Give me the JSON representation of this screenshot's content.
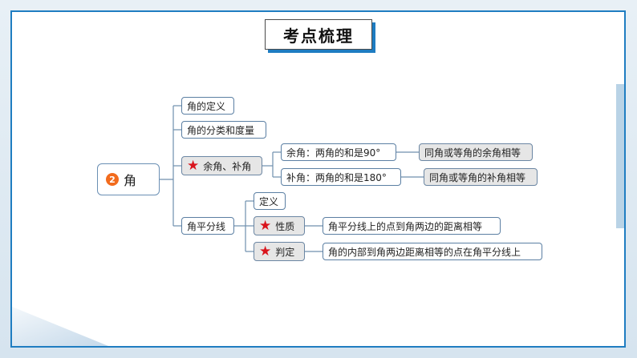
{
  "title": "考点梳理",
  "root": {
    "badge": "2",
    "label": "角"
  },
  "branches": {
    "definition": "角的定义",
    "classification": "角的分类和度量",
    "complement": "余角、补角",
    "bisector": "角平分线"
  },
  "complement_items": {
    "complementary": "余角：两角的和是90°",
    "supplementary": "补角：两角的和是180°",
    "complementary_note": "同角或等角的余角相等",
    "supplementary_note": "同角或等角的补角相等"
  },
  "bisector_items": {
    "definition": "定义",
    "property": "性质",
    "criterion": "判定",
    "property_note": "角平分线上的点到角两边的距离相等",
    "criterion_note": "角的内部到角两边距离相等的点在角平分线上"
  },
  "icons": {
    "key_point": "star-icon"
  },
  "colors": {
    "frame": "#1f7dc1",
    "star": "#d9141c",
    "badge": "#f26b1d"
  }
}
